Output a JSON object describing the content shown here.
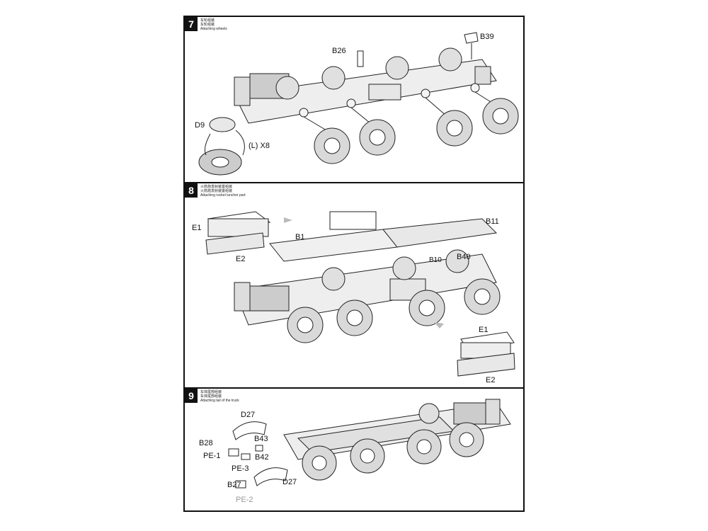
{
  "steps": [
    {
      "number": "7",
      "caption_cn": "车轮组装",
      "caption_cn2": "车轮组装",
      "caption_en": "Attaching wheels",
      "labels": {
        "b39": "B39",
        "b26": "B26",
        "d9": "D9",
        "lx8": "(L) X8"
      }
    },
    {
      "number": "8",
      "caption_cn": "火箭炮发射装置组装",
      "caption_cn2": "火箭炮发射装置组装",
      "caption_en": "Attaching rocket luncher part",
      "labels": {
        "e1_left": "E1",
        "e2_left": "E2",
        "b1": "B1",
        "b11": "B11",
        "b10": "B10",
        "b40": "B40",
        "e1_right": "E1",
        "e2_right": "E2"
      }
    },
    {
      "number": "9",
      "caption_cn": "车体尾部组装",
      "caption_cn2": "车体尾部组装",
      "caption_en": "Attaching tail of the truck",
      "labels": {
        "d27_top": "D27",
        "b28": "B28",
        "b43": "B43",
        "pe1": "PE-1",
        "b42": "B42",
        "pe3": "PE-3",
        "b27": "B27",
        "d27_bottom": "D27",
        "pe2": "PE-2"
      }
    }
  ]
}
